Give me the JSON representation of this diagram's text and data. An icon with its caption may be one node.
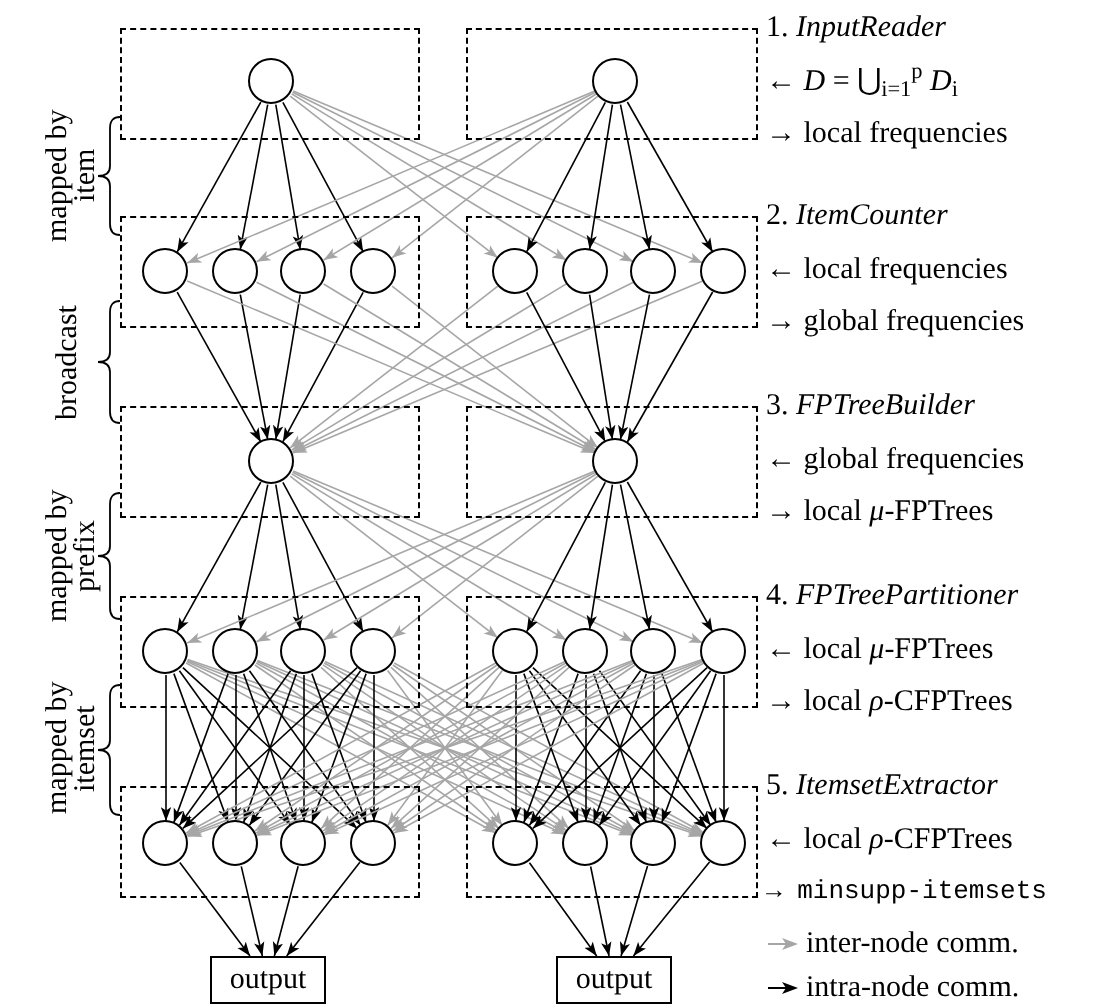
{
  "diagram": {
    "nodes": [
      {
        "text": [],
        "shape": "box"
      },
      {
        "text": [],
        "shape": "circle",
        "in": 0
      },
      {
        "text": [],
        "shape": "box"
      },
      {
        "text": [],
        "shape": "circle",
        "in": 2
      },
      {
        "text": [],
        "shape": "box"
      },
      {
        "text": [],
        "shape": "circle",
        "in": 4
      },
      {
        "text": [],
        "shape": "circle",
        "in": 4
      },
      {
        "text": [],
        "shape": "circle",
        "in": 4
      },
      {
        "text": [],
        "shape": "circle",
        "in": 4
      },
      {
        "text": [],
        "shape": "box"
      },
      {
        "text": [],
        "shape": "circle",
        "in": 9
      },
      {
        "text": [],
        "shape": "circle",
        "in": 9
      },
      {
        "text": [],
        "shape": "circle",
        "in": 9
      },
      {
        "text": [],
        "shape": "circle",
        "in": 9
      },
      {
        "text": [],
        "shape": "box"
      },
      {
        "text": [],
        "shape": "circle",
        "in": 14
      },
      {
        "text": [],
        "shape": "box"
      },
      {
        "text": [],
        "shape": "circle",
        "in": 16
      },
      {
        "text": [],
        "shape": "box"
      },
      {
        "text": [],
        "shape": "circle",
        "in": 18
      },
      {
        "text": [],
        "shape": "circle",
        "in": 18
      },
      {
        "text": [],
        "shape": "circle",
        "in": 18
      },
      {
        "text": [],
        "shape": "circle",
        "in": 18
      },
      {
        "text": [],
        "shape": "box"
      },
      {
        "text": [],
        "shape": "circle",
        "in": 23
      },
      {
        "text": [],
        "shape": "circle",
        "in": 23
      },
      {
        "text": [],
        "shape": "circle",
        "in": 23
      },
      {
        "text": [],
        "shape": "circle",
        "in": 23
      },
      {
        "text": [],
        "shape": "box"
      },
      {
        "text": [],
        "shape": "circle",
        "in": 28
      },
      {
        "text": [],
        "shape": "circle",
        "in": 28
      },
      {
        "text": [],
        "shape": "circle",
        "in": 28
      },
      {
        "text": [],
        "shape": "circle",
        "in": 28
      },
      {
        "text": [],
        "shape": "box"
      },
      {
        "text": [],
        "shape": "circle",
        "in": 33
      },
      {
        "text": [],
        "shape": "circle",
        "in": 33
      },
      {
        "text": [],
        "shape": "circle",
        "in": 33
      },
      {
        "text": [],
        "shape": "circle",
        "in": 33
      },
      {
        "text": [
          "output"
        ]
      },
      {
        "text": [
          "output"
        ]
      }
    ],
    "edges": [
      {
        "from": 1,
        "to": 5,
        "arrow": "to"
      },
      {
        "from": 1,
        "to": 6,
        "arrow": "to"
      },
      {
        "from": 1,
        "to": 7,
        "arrow": "to"
      },
      {
        "from": 1,
        "to": 8,
        "arrow": "to"
      },
      {
        "from": 1,
        "to": 10,
        "arrow": "to",
        "color": "#a6a6a6"
      },
      {
        "from": 1,
        "to": 11,
        "arrow": "to",
        "color": "#a6a6a6"
      },
      {
        "from": 1,
        "to": 12,
        "arrow": "to",
        "color": "#a6a6a6"
      },
      {
        "from": 1,
        "to": 13,
        "arrow": "to",
        "color": "#a6a6a6"
      },
      {
        "from": 3,
        "to": 5,
        "arrow": "to",
        "color": "#a6a6a6"
      },
      {
        "from": 3,
        "to": 6,
        "arrow": "to",
        "color": "#a6a6a6"
      },
      {
        "from": 3,
        "to": 7,
        "arrow": "to",
        "color": "#a6a6a6"
      },
      {
        "from": 3,
        "to": 8,
        "arrow": "to",
        "color": "#a6a6a6"
      },
      {
        "from": 3,
        "to": 10,
        "arrow": "to"
      },
      {
        "from": 3,
        "to": 11,
        "arrow": "to"
      },
      {
        "from": 3,
        "to": 12,
        "arrow": "to"
      },
      {
        "from": 3,
        "to": 13,
        "arrow": "to"
      },
      {
        "from": 5,
        "to": 15,
        "arrow": "to"
      },
      {
        "from": 6,
        "to": 15,
        "arrow": "to"
      },
      {
        "from": 7,
        "to": 15,
        "arrow": "to"
      },
      {
        "from": 8,
        "to": 15,
        "arrow": "to"
      },
      {
        "from": 5,
        "to": 17,
        "arrow": "to",
        "color": "#a6a6a6"
      },
      {
        "from": 6,
        "to": 17,
        "arrow": "to",
        "color": "#a6a6a6"
      },
      {
        "from": 7,
        "to": 17,
        "arrow": "to",
        "color": "#a6a6a6"
      },
      {
        "from": 8,
        "to": 17,
        "arrow": "to",
        "color": "#a6a6a6"
      },
      {
        "from": 10,
        "to": 15,
        "arrow": "to",
        "color": "#a6a6a6"
      },
      {
        "from": 11,
        "to": 15,
        "arrow": "to",
        "color": "#a6a6a6"
      },
      {
        "from": 12,
        "to": 15,
        "arrow": "to",
        "color": "#a6a6a6"
      },
      {
        "from": 13,
        "to": 15,
        "arrow": "to",
        "color": "#a6a6a6"
      },
      {
        "from": 10,
        "to": 17,
        "arrow": "to"
      },
      {
        "from": 11,
        "to": 17,
        "arrow": "to"
      },
      {
        "from": 12,
        "to": 17,
        "arrow": "to"
      },
      {
        "from": 13,
        "to": 17,
        "arrow": "to"
      },
      {
        "from": 15,
        "to": 19,
        "arrow": "to"
      },
      {
        "from": 15,
        "to": 20,
        "arrow": "to"
      },
      {
        "from": 15,
        "to": 21,
        "arrow": "to"
      },
      {
        "from": 15,
        "to": 22,
        "arrow": "to"
      },
      {
        "from": 15,
        "to": 24,
        "arrow": "to",
        "color": "#a6a6a6"
      },
      {
        "from": 15,
        "to": 25,
        "arrow": "to",
        "color": "#a6a6a6"
      },
      {
        "from": 15,
        "to": 26,
        "arrow": "to",
        "color": "#a6a6a6"
      },
      {
        "from": 15,
        "to": 27,
        "arrow": "to",
        "color": "#a6a6a6"
      },
      {
        "from": 17,
        "to": 19,
        "arrow": "to",
        "color": "#a6a6a6"
      },
      {
        "from": 17,
        "to": 20,
        "arrow": "to",
        "color": "#a6a6a6"
      },
      {
        "from": 17,
        "to": 21,
        "arrow": "to",
        "color": "#a6a6a6"
      },
      {
        "from": 17,
        "to": 22,
        "arrow": "to",
        "color": "#a6a6a6"
      },
      {
        "from": 17,
        "to": 24,
        "arrow": "to"
      },
      {
        "from": 17,
        "to": 25,
        "arrow": "to"
      },
      {
        "from": 17,
        "to": 26,
        "arrow": "to"
      },
      {
        "from": 17,
        "to": 27,
        "arrow": "to"
      },
      {
        "from": 19,
        "to": 29,
        "arrow": "to"
      },
      {
        "from": 19,
        "to": 30,
        "arrow": "to"
      },
      {
        "from": 19,
        "to": 31,
        "arrow": "to"
      },
      {
        "from": 19,
        "to": 32,
        "arrow": "to"
      },
      {
        "from": 19,
        "to": 34,
        "arrow": "to",
        "color": "#a6a6a6"
      },
      {
        "from": 19,
        "to": 35,
        "arrow": "to",
        "color": "#a6a6a6"
      },
      {
        "from": 19,
        "to": 36,
        "arrow": "to",
        "color": "#a6a6a6"
      },
      {
        "from": 19,
        "to": 37,
        "arrow": "to",
        "color": "#a6a6a6"
      },
      {
        "from": 20,
        "to": 29,
        "arrow": "to"
      },
      {
        "from": 20,
        "to": 30,
        "arrow": "to"
      },
      {
        "from": 20,
        "to": 31,
        "arrow": "to"
      },
      {
        "from": 20,
        "to": 32,
        "arrow": "to"
      },
      {
        "from": 20,
        "to": 34,
        "arrow": "to",
        "color": "#a6a6a6"
      },
      {
        "from": 20,
        "to": 35,
        "arrow": "to",
        "color": "#a6a6a6"
      },
      {
        "from": 20,
        "to": 36,
        "arrow": "to",
        "color": "#a6a6a6"
      },
      {
        "from": 20,
        "to": 37,
        "arrow": "to",
        "color": "#a6a6a6"
      },
      {
        "from": 21,
        "to": 29,
        "arrow": "to"
      },
      {
        "from": 21,
        "to": 30,
        "arrow": "to"
      },
      {
        "from": 21,
        "to": 31,
        "arrow": "to"
      },
      {
        "from": 21,
        "to": 32,
        "arrow": "to"
      },
      {
        "from": 21,
        "to": 34,
        "arrow": "to",
        "color": "#a6a6a6"
      },
      {
        "from": 21,
        "to": 35,
        "arrow": "to",
        "color": "#a6a6a6"
      },
      {
        "from": 21,
        "to": 36,
        "arrow": "to",
        "color": "#a6a6a6"
      },
      {
        "from": 21,
        "to": 37,
        "arrow": "to",
        "color": "#a6a6a6"
      },
      {
        "from": 22,
        "to": 29,
        "arrow": "to"
      },
      {
        "from": 22,
        "to": 30,
        "arrow": "to"
      },
      {
        "from": 22,
        "to": 31,
        "arrow": "to"
      },
      {
        "from": 22,
        "to": 32,
        "arrow": "to"
      },
      {
        "from": 22,
        "to": 34,
        "arrow": "to",
        "color": "#a6a6a6"
      },
      {
        "from": 22,
        "to": 35,
        "arrow": "to",
        "color": "#a6a6a6"
      },
      {
        "from": 22,
        "to": 36,
        "arrow": "to",
        "color": "#a6a6a6"
      },
      {
        "from": 22,
        "to": 37,
        "arrow": "to",
        "color": "#a6a6a6"
      },
      {
        "from": 24,
        "to": 29,
        "arrow": "to",
        "color": "#a6a6a6"
      },
      {
        "from": 24,
        "to": 30,
        "arrow": "to",
        "color": "#a6a6a6"
      },
      {
        "from": 24,
        "to": 31,
        "arrow": "to",
        "color": "#a6a6a6"
      },
      {
        "from": 24,
        "to": 32,
        "arrow": "to",
        "color": "#a6a6a6"
      },
      {
        "from": 24,
        "to": 34,
        "arrow": "to"
      },
      {
        "from": 24,
        "to": 35,
        "arrow": "to"
      },
      {
        "from": 24,
        "to": 36,
        "arrow": "to"
      },
      {
        "from": 24,
        "to": 37,
        "arrow": "to"
      },
      {
        "from": 25,
        "to": 29,
        "arrow": "to",
        "color": "#a6a6a6"
      },
      {
        "from": 25,
        "to": 30,
        "arrow": "to",
        "color": "#a6a6a6"
      },
      {
        "from": 25,
        "to": 31,
        "arrow": "to",
        "color": "#a6a6a6"
      },
      {
        "from": 25,
        "to": 32,
        "arrow": "to",
        "color": "#a6a6a6"
      },
      {
        "from": 25,
        "to": 34,
        "arrow": "to"
      },
      {
        "from": 25,
        "to": 35,
        "arrow": "to"
      },
      {
        "from": 25,
        "to": 36,
        "arrow": "to"
      },
      {
        "from": 25,
        "to": 37,
        "arrow": "to"
      },
      {
        "from": 26,
        "to": 29,
        "arrow": "to",
        "color": "#a6a6a6"
      },
      {
        "from": 26,
        "to": 30,
        "arrow": "to",
        "color": "#a6a6a6"
      },
      {
        "from": 26,
        "to": 31,
        "arrow": "to",
        "color": "#a6a6a6"
      },
      {
        "from": 26,
        "to": 32,
        "arrow": "to",
        "color": "#a6a6a6"
      },
      {
        "from": 26,
        "to": 34,
        "arrow": "to"
      },
      {
        "from": 26,
        "to": 35,
        "arrow": "to"
      },
      {
        "from": 26,
        "to": 36,
        "arrow": "to"
      },
      {
        "from": 26,
        "to": 37,
        "arrow": "to"
      },
      {
        "from": 27,
        "to": 29,
        "arrow": "to",
        "color": "#a6a6a6"
      },
      {
        "from": 27,
        "to": 30,
        "arrow": "to",
        "color": "#a6a6a6"
      },
      {
        "from": 27,
        "to": 31,
        "arrow": "to",
        "color": "#a6a6a6"
      },
      {
        "from": 27,
        "to": 32,
        "arrow": "to",
        "color": "#a6a6a6"
      },
      {
        "from": 27,
        "to": 34,
        "arrow": "to"
      },
      {
        "from": 27,
        "to": 35,
        "arrow": "to"
      },
      {
        "from": 27,
        "to": 36,
        "arrow": "to"
      },
      {
        "from": 27,
        "to": 37,
        "arrow": "to"
      },
      {
        "from": 29,
        "to": 38,
        "arrow": "to"
      },
      {
        "from": 30,
        "to": 38,
        "arrow": "to"
      },
      {
        "from": 31,
        "to": 38,
        "arrow": "to"
      },
      {
        "from": 32,
        "to": 38,
        "arrow": "to"
      },
      {
        "from": 34,
        "to": 39,
        "arrow": "to"
      },
      {
        "from": 35,
        "to": 39,
        "arrow": "to"
      },
      {
        "from": 36,
        "to": 39,
        "arrow": "to"
      },
      {
        "from": 37,
        "to": 39,
        "arrow": "to"
      }
    ],
    "labels": [
      "1. *InputReader*",
      "← *D* = ⋃$_{i=1}$$^{p}$ *D*$_{i}$",
      "→ local frequencies",
      "mapped by item",
      "2. *ItemCounter*",
      "← local frequencies",
      "→ global frequencies",
      "broadcast",
      "3. *FPTreeBuilder*",
      "← global frequencies",
      "→ local *μ*-FPTrees",
      "mapped by prefix",
      "4. *FPTreePartitioner*",
      "← local *μ*-FPTrees",
      "→ local *ρ*-CFPTrees",
      "mapped by itemset",
      "5. *ItemsetExtractor*",
      "← local *ρ*-CFPTrees",
      "→ minsupp-itemsets"
    ],
    "legend": [
      {
        "text": "inter-node comm."
      },
      {
        "text": "intra-node comm."
      }
    ]
  }
}
